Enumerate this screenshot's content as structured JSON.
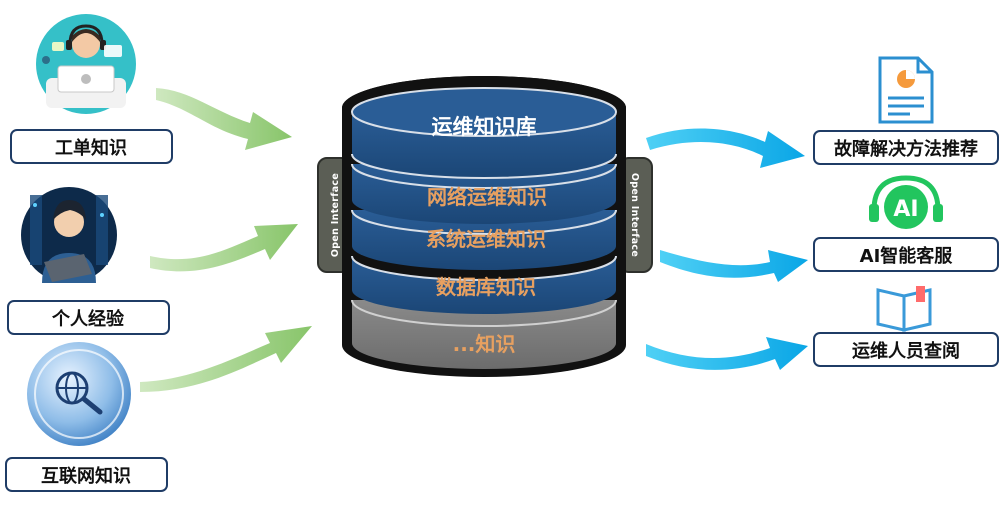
{
  "sources": [
    {
      "label": "工单知识",
      "icon": "support-agent-icon"
    },
    {
      "label": "个人经验",
      "icon": "engineer-laptop-icon"
    },
    {
      "label": "互联网知识",
      "icon": "globe-search-icon"
    }
  ],
  "database": {
    "title": "运维知识库",
    "layers": [
      "网络运维知识",
      "系统运维知识",
      "数据库知识"
    ],
    "extra_layer": "...知识",
    "interface_left": "Open Interface",
    "interface_right": "Open Interface"
  },
  "outputs": [
    {
      "label": "故障解决方法推荐",
      "icon": "report-document-icon"
    },
    {
      "label": "AI智能客服",
      "icon": "ai-headset-icon",
      "icon_text": "AI"
    },
    {
      "label": "运维人员查阅",
      "icon": "open-book-icon"
    }
  ],
  "colors": {
    "db_blue": "#1f4e82",
    "db_gray": "#7d7d7d",
    "input_arrow": "#9ccf80",
    "output_arrow": "#19b3ea",
    "label_border": "#1f3c66",
    "ai_green": "#22c55e"
  }
}
